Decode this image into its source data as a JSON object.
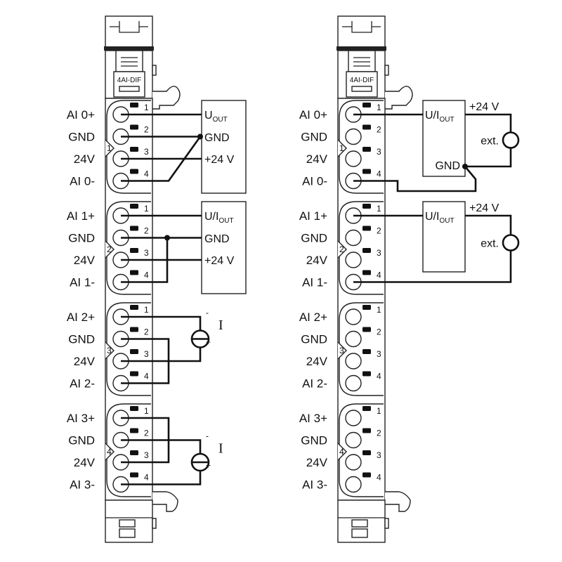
{
  "module_label": "4AI-DIF",
  "channel_labels": [
    "AI 0+",
    "GND",
    "24V",
    "AI 0-",
    "AI 1+",
    "GND",
    "24V",
    "AI 1-",
    "AI 2+",
    "GND",
    "24V",
    "AI 2-",
    "AI 3+",
    "GND",
    "24V",
    "AI 3-"
  ],
  "terminal_numbers": [
    "1",
    "2",
    "3",
    "4"
  ],
  "block_numbers": [
    "1",
    "2",
    "3",
    "4"
  ],
  "left_diagram": {
    "sensor1": {
      "out_main": "U",
      "out_sub": "OUT",
      "gnd": "GND",
      "supply": "+24 V"
    },
    "sensor2": {
      "out_main": "U/I",
      "out_sub": "OUT",
      "gnd": "GND",
      "supply": "+24 V"
    },
    "current_source": {
      "minus": "-",
      "plus": "+",
      "symbol": "I"
    }
  },
  "right_diagram": {
    "sensor1": {
      "out_main": "U/I",
      "out_sub": "OUT",
      "gnd": "GND",
      "supply": "+24 V",
      "ext": "ext."
    },
    "sensor2": {
      "out_main": "U/I",
      "out_sub": "OUT",
      "supply": "+24 V",
      "ext": "ext."
    }
  }
}
